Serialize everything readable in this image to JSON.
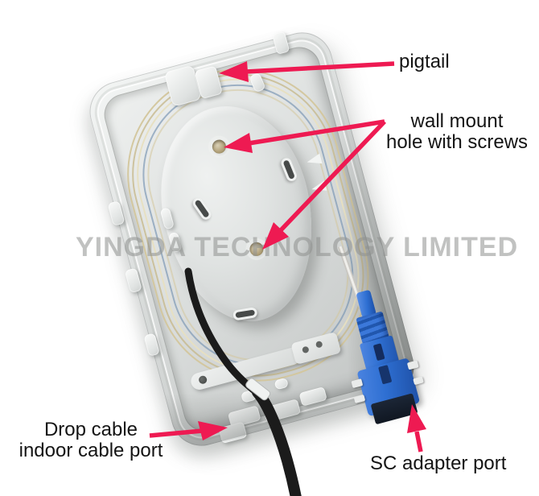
{
  "scene": {
    "type": "annotated product photo",
    "subject": "white FTTH fiber optic wall-mount termination box, opened, with coiled pigtail fiber, black drop cable and blue SC adapter",
    "watermark": "YINGDA TECHNOLOGY LIMITED"
  },
  "labels": {
    "pigtail": "pigtail",
    "wall_mount_line1": "wall mount",
    "wall_mount_line2": "hole with screws",
    "drop_cable_line1": "Drop cable",
    "drop_cable_line2": "indoor cable port",
    "sc_adapter": "SC adapter port"
  },
  "colors": {
    "arrow_red": "#ee1a52",
    "label_text": "#141414",
    "watermark_gray": "#8f918f",
    "box_mid": "#d7dad9",
    "fiber_cream": "#d3c69c",
    "fiber_blue": "#7d99b5",
    "drop_cable_black": "#1b1b1b",
    "sc_blue": "#2e6fd2",
    "sc_blue_dark": "#1c4da4",
    "sc_port_dark": "#101722",
    "hole_tan": "#b4a37b"
  }
}
